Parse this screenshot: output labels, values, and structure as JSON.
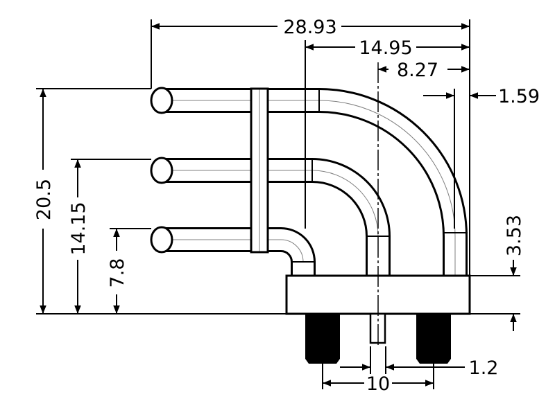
{
  "drawing": {
    "title": "Right-angle 3-pin connector dimension drawing",
    "dimensions": {
      "overall_width": "28.93",
      "width_to_inner_pin": "14.95",
      "width_to_center": "8.27",
      "tube_diameter": "1.59",
      "top_height": "20.5",
      "middle_height": "14.15",
      "bottom_height": "7.8",
      "base_height": "3.53",
      "pin_width": "1.2",
      "stud_spacing": "10"
    },
    "colors": {
      "line": "#000000",
      "background": "#ffffff"
    }
  }
}
